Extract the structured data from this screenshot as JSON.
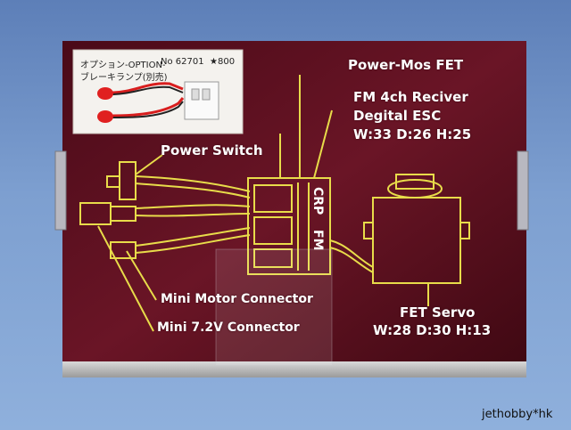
{
  "photo": {
    "subject": "Radio control unit box back panel",
    "colors": {
      "background": "#7d9fd0",
      "box_panel": "#5a0f1e",
      "line_art": "#e8dc4a",
      "label_text": "#ffffff"
    }
  },
  "inset": {
    "line1_a": "オプション-OPTION-",
    "line1_b": "No 62701",
    "line1_c": "★800",
    "line2": "ブレーキランプ(別売)"
  },
  "labels": {
    "power_mos_fet": "Power-Mos FET",
    "receiver_line1": "FM 4ch Reciver",
    "receiver_line2": "Degital ESC",
    "receiver_dims": "W:33 D:26 H:25",
    "power_switch": "Power Switch",
    "mini_motor_connector": "Mini Motor Connector",
    "mini_72v_connector": "Mini 7.2V Connector",
    "fet_servo": "FET Servo",
    "servo_dims": "W:28 D:30 H:13"
  },
  "unit_marking": {
    "crp": "CRP",
    "fm": "FM"
  },
  "watermark": "jethobby*hk"
}
